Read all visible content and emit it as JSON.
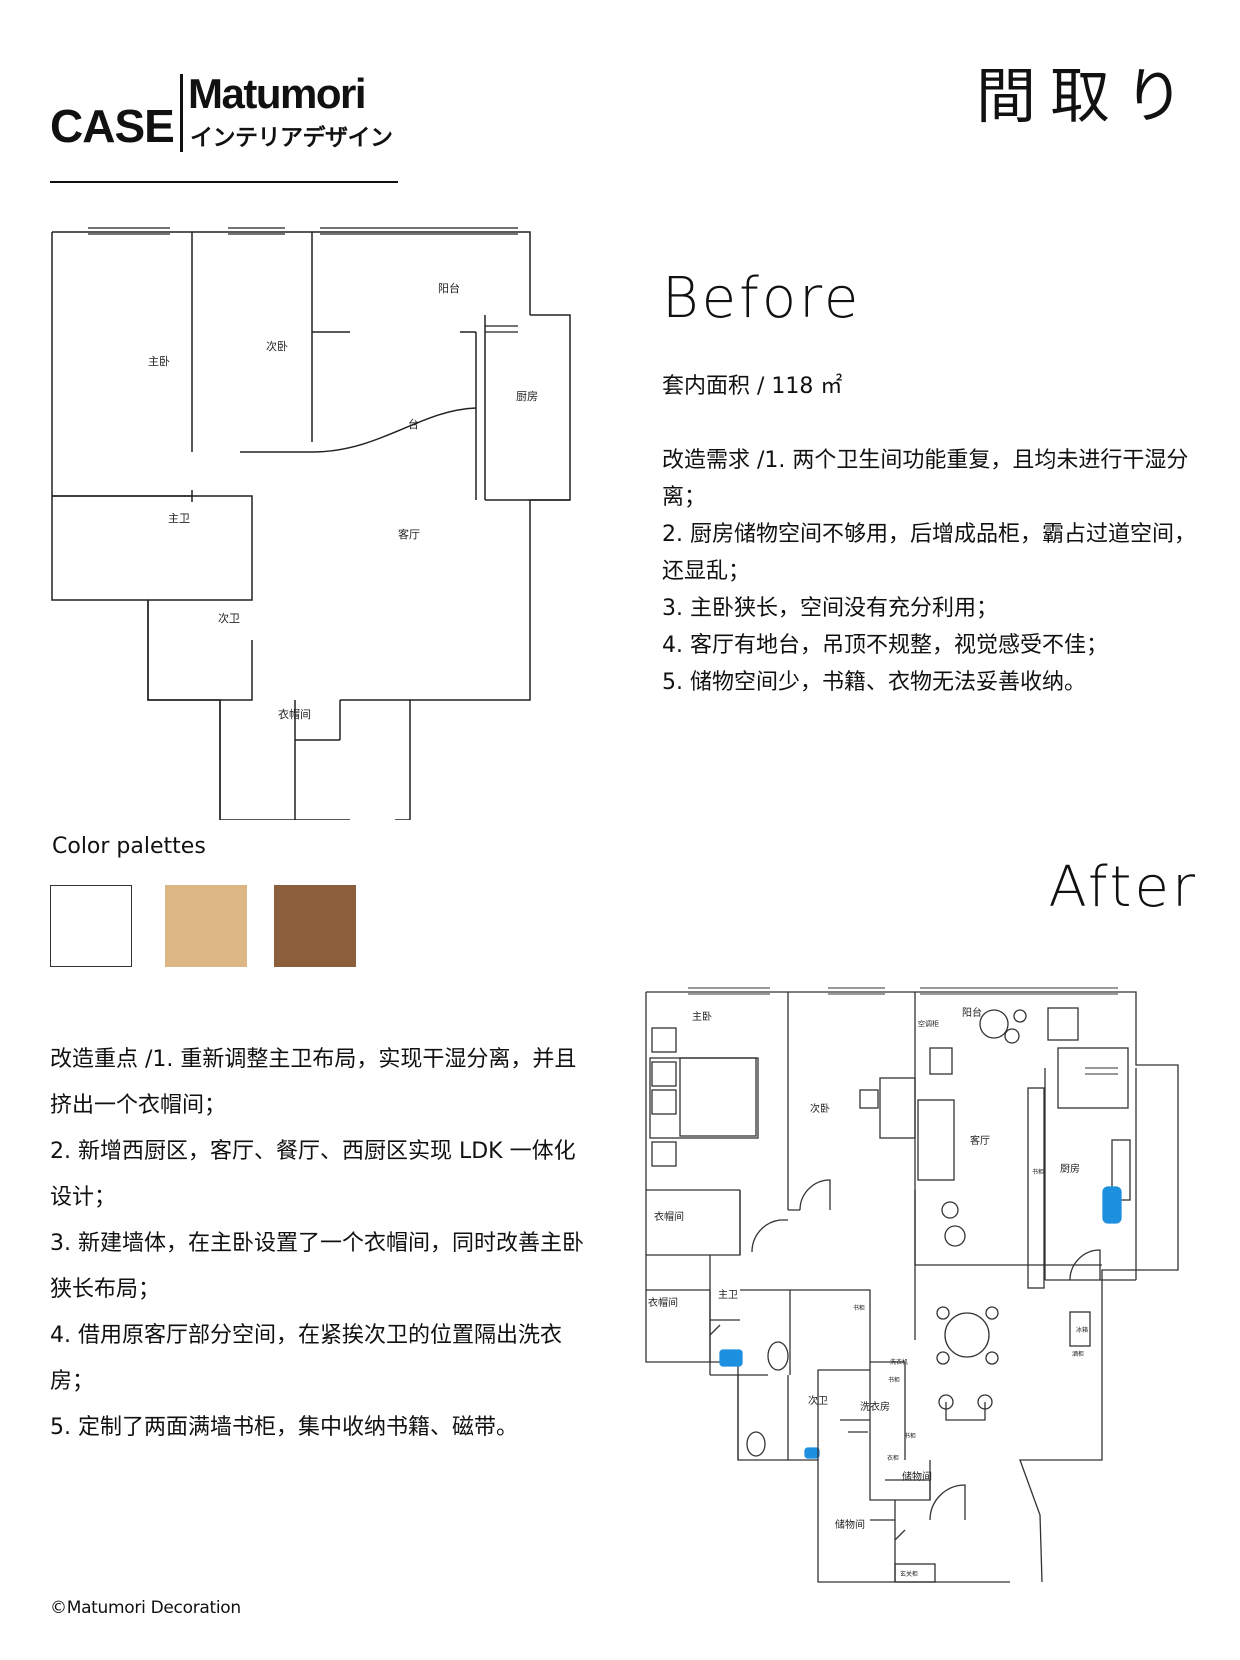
{
  "header": {
    "case_label": "CASE",
    "brand_name": "Matumori",
    "brand_sub": "インテリアデザイン",
    "page_title": "間取り"
  },
  "before": {
    "title": "Before",
    "area_text": "套内面积 / 118 ㎡",
    "requirements": [
      "改造需求 /1. 两个卫生间功能重复，且均未进行干湿分离；",
      "2. 厨房储物空间不够用，后增成品柜，霸占过道空间，还显乱；",
      "3. 主卧狭长，空间没有充分利用；",
      "4. 客厅有地台，吊顶不规整，视觉感受不佳；",
      "5. 储物空间少，书籍、衣物无法妥善收纳。"
    ],
    "plan_labels": {
      "balcony": "阳台",
      "master_bedroom": "主卧",
      "second_bedroom": "次卧",
      "kitchen": "厨房",
      "platform": "台",
      "master_bath": "主卫",
      "living_room": "客厅",
      "second_bath": "次卫",
      "cloakroom": "衣帽间"
    }
  },
  "palette": {
    "label": "Color palettes",
    "colors": [
      "#ffffff",
      "#ddb685",
      "#8b5e3c"
    ]
  },
  "after": {
    "title": "After",
    "focus": [
      "改造重点 /1. 重新调整主卫布局，实现干湿分离，并且挤出一个衣帽间；",
      "2. 新增西厨区，客厅、餐厅、西厨区实现 LDK 一体化设计；",
      "3. 新建墙体，在主卧设置了一个衣帽间，同时改善主卧狭长布局；",
      "4. 借用原客厅部分空间，在紧挨次卫的位置隔出洗衣房；",
      "5. 定制了两面满墙书柜，集中收纳书籍、磁带。"
    ],
    "plan_labels": {
      "master_bedroom": "主卧",
      "second_bedroom": "次卧",
      "balcony": "阳台",
      "air_conditioner": "空调柜",
      "living_room": "客厅",
      "kitchen": "厨房",
      "fridge": "冰箱",
      "cloakroom_1": "衣帽间",
      "cloakroom_2": "衣帽间",
      "master_bath": "主卫",
      "second_bath": "次卫",
      "laundry": "洗衣房",
      "storage_1": "储物间",
      "storage_2": "储物间",
      "shoe_cabinet": "玄关柜",
      "bookshelf_1": "书柜",
      "bookshelf_2": "书柜",
      "bookshelf_3": "书柜",
      "bookshelf_4": "书柜",
      "washer": "洗衣机",
      "cabinet": "衣柜",
      "wine": "酒柜"
    }
  },
  "footer": {
    "copyright": "©Matumori Decoration"
  }
}
